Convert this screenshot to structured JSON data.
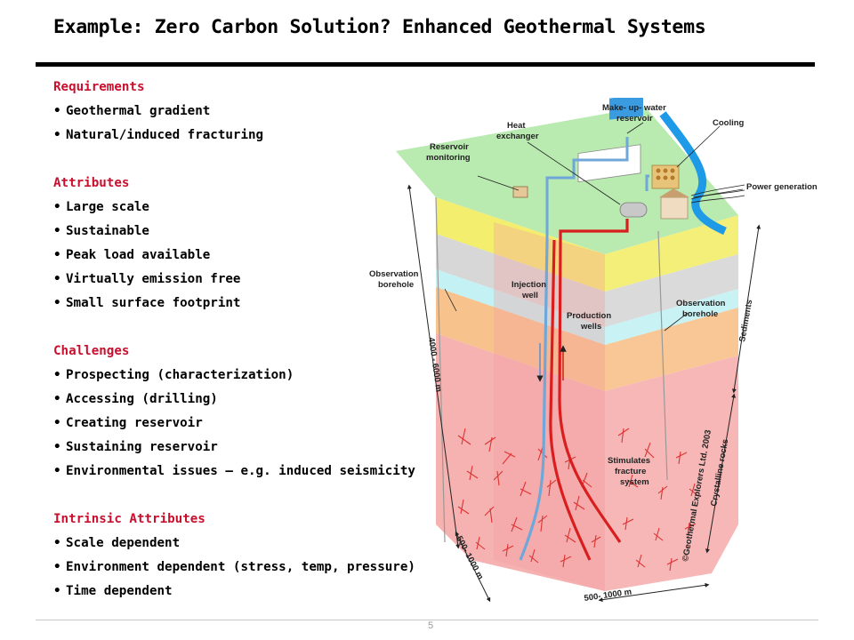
{
  "title": "Example: Zero Carbon Solution? Enhanced Geothermal Systems",
  "sections": [
    {
      "heading": "Requirements",
      "items": [
        "Geothermal gradient",
        "Natural/induced fracturing"
      ]
    },
    {
      "heading": "Attributes",
      "items": [
        "Large scale",
        "Sustainable",
        "Peak load available",
        "Virtually emission free",
        "Small surface footprint"
      ]
    },
    {
      "heading": "Challenges",
      "items": [
        "Prospecting (characterization)",
        "Accessing (drilling)",
        "Creating reservoir",
        "Sustaining reservoir",
        "Environmental issues – e.g. induced seismicity"
      ]
    },
    {
      "heading": "Intrinsic Attributes",
      "items": [
        "Scale dependent",
        "Environment dependent (stress, temp, pressure)",
        "Time dependent"
      ]
    }
  ],
  "bullet_glyph": "•",
  "diagram": {
    "labels": {
      "make_up_water_1": "Make- up- water",
      "make_up_water_2": "reservoir",
      "cooling": "Cooling",
      "heat_exchanger_1": "Heat",
      "heat_exchanger_2": "exchanger",
      "reservoir_monitoring_1": "Reservoir",
      "reservoir_monitoring_2": "monitoring",
      "power_generation": "Power generation",
      "observation_borehole_left_1": "Observation",
      "observation_borehole_left_2": "borehole",
      "injection_well_1": "Injection",
      "injection_well_2": "well",
      "production_wells_1": "Production",
      "production_wells_2": "wells",
      "observation_borehole_right_1": "Observation",
      "observation_borehole_right_2": "borehole",
      "sediments": "Sediments",
      "depth": "4000 - 6000 m",
      "stimulated_fracture_1": "Stimulates",
      "stimulated_fracture_2": "fracture",
      "stimulated_fracture_3": "system",
      "copyright": "©Geothermal Explorers Ltd. 2003",
      "crystalline_rocks": "Crystalline rocks",
      "width_left": "500- 1000 m",
      "width_bottom": "500- 1000 m"
    },
    "colors": {
      "surface": "#b9eab0",
      "layer_yellow": "#f3ee6e",
      "layer_grey": "#d7d7d7",
      "layer_cyan": "#c4f1f4",
      "layer_orange": "#f7c28c",
      "basement": "#f6b1b1",
      "hot_pipe": "#d81e1e",
      "cold_pipe": "#6fa7d8"
    }
  },
  "page_number": "5"
}
